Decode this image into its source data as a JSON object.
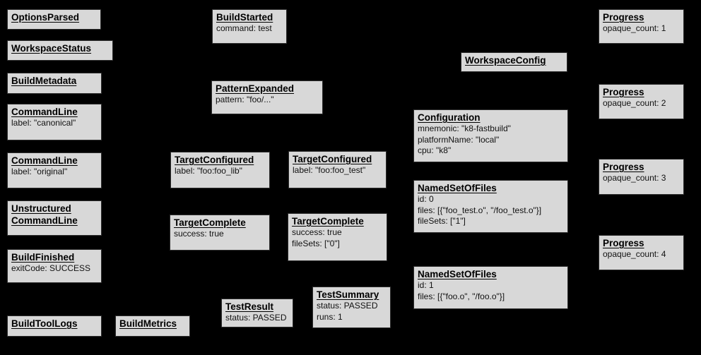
{
  "diagram": {
    "description": "Bazel Build Event Protocol event graph",
    "background_color": "#000000",
    "box_fill_color": "#d8d8d8",
    "box_border_color": "#2e2e2e",
    "title_color": "#000000"
  },
  "boxes": [
    {
      "title": "OptionsParsed",
      "lines": []
    },
    {
      "title": "WorkspaceStatus",
      "lines": []
    },
    {
      "title": "BuildMetadata",
      "lines": []
    },
    {
      "title": "CommandLine",
      "lines": [
        "label: \"canonical\""
      ]
    },
    {
      "title": "CommandLine",
      "lines": [
        "label: \"original\""
      ]
    },
    {
      "title": "Unstructured CommandLine",
      "lines": []
    },
    {
      "title": "BuildFinished",
      "lines": [
        "exitCode: SUCCESS"
      ]
    },
    {
      "title": "BuildToolLogs",
      "lines": []
    },
    {
      "title": "BuildMetrics",
      "lines": []
    },
    {
      "title": "BuildStarted",
      "lines": [
        "command: test"
      ]
    },
    {
      "title": "PatternExpanded",
      "lines": [
        "pattern: \"foo/...\""
      ]
    },
    {
      "title": "TargetConfigured",
      "lines": [
        "label: \"foo:foo_lib\""
      ]
    },
    {
      "title": "TargetConfigured",
      "lines": [
        "label: \"foo:foo_test\""
      ]
    },
    {
      "title": "TargetComplete",
      "lines": [
        "success: true"
      ]
    },
    {
      "title": "TargetComplete",
      "lines": [
        "success: true",
        "fileSets: [\"0\"]"
      ]
    },
    {
      "title": "TestResult",
      "lines": [
        "status: PASSED"
      ]
    },
    {
      "title": "TestSummary",
      "lines": [
        "status: PASSED",
        "runs: 1"
      ]
    },
    {
      "title": "WorkspaceConfig",
      "lines": []
    },
    {
      "title": "Configuration",
      "lines": [
        "mnemonic: \"k8-fastbuild\"",
        "platformName: \"local\"",
        "cpu: \"k8\""
      ]
    },
    {
      "title": "NamedSetOfFiles",
      "lines": [
        "id: 0",
        "files: [{\"foo_test.o\", \"/foo_test.o\"}]",
        "fileSets: [\"1\"]"
      ]
    },
    {
      "title": "NamedSetOfFiles",
      "lines": [
        "id: 1",
        "files: [{\"foo.o\", \"/foo.o\"}]"
      ]
    },
    {
      "title": "Progress",
      "lines": [
        "opaque_count: 1"
      ]
    },
    {
      "title": "Progress",
      "lines": [
        "opaque_count: 2"
      ]
    },
    {
      "title": "Progress",
      "lines": [
        "opaque_count: 3"
      ]
    },
    {
      "title": "Progress",
      "lines": [
        "opaque_count: 4"
      ]
    }
  ]
}
